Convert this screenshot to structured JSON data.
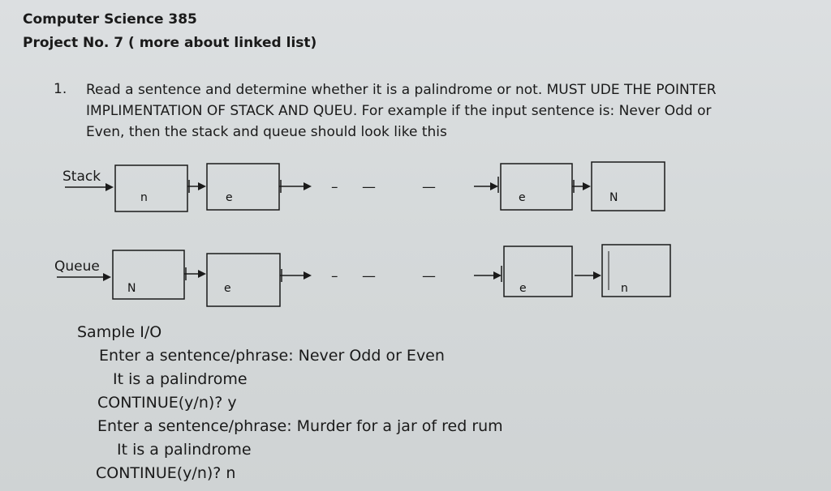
{
  "header": {
    "course": "Computer Science 385",
    "project": "Project No. 7 ( more about linked list)"
  },
  "question": {
    "number": "1.",
    "lines": [
      "Read a sentence and determine whether it is a palindrome or not. MUST UDE THE POINTER",
      "IMPLIMENTATION OF STACK AND QUEU. For example if the input sentence is:  Never Odd or",
      "Even, then the stack and queue should look like this"
    ]
  },
  "diagram": {
    "stack": {
      "label": "Stack",
      "nodes": [
        "n",
        "e",
        "e",
        "N"
      ],
      "gap_dashes": [
        "–",
        "—",
        "—"
      ]
    },
    "queue": {
      "label": "Queue",
      "nodes": [
        "N",
        "e",
        "e",
        "n"
      ],
      "gap_dashes": [
        "–",
        "—",
        "—"
      ]
    }
  },
  "sample_io": {
    "heading": "Sample I/O",
    "lines": [
      "Enter a sentence/phrase: Never Odd or Even",
      "It is a palindrome",
      "CONTINUE(y/n)? y",
      "Enter a sentence/phrase: Murder for a jar of red rum",
      "It is a palindrome",
      "CONTINUE(y/n)? n"
    ]
  }
}
